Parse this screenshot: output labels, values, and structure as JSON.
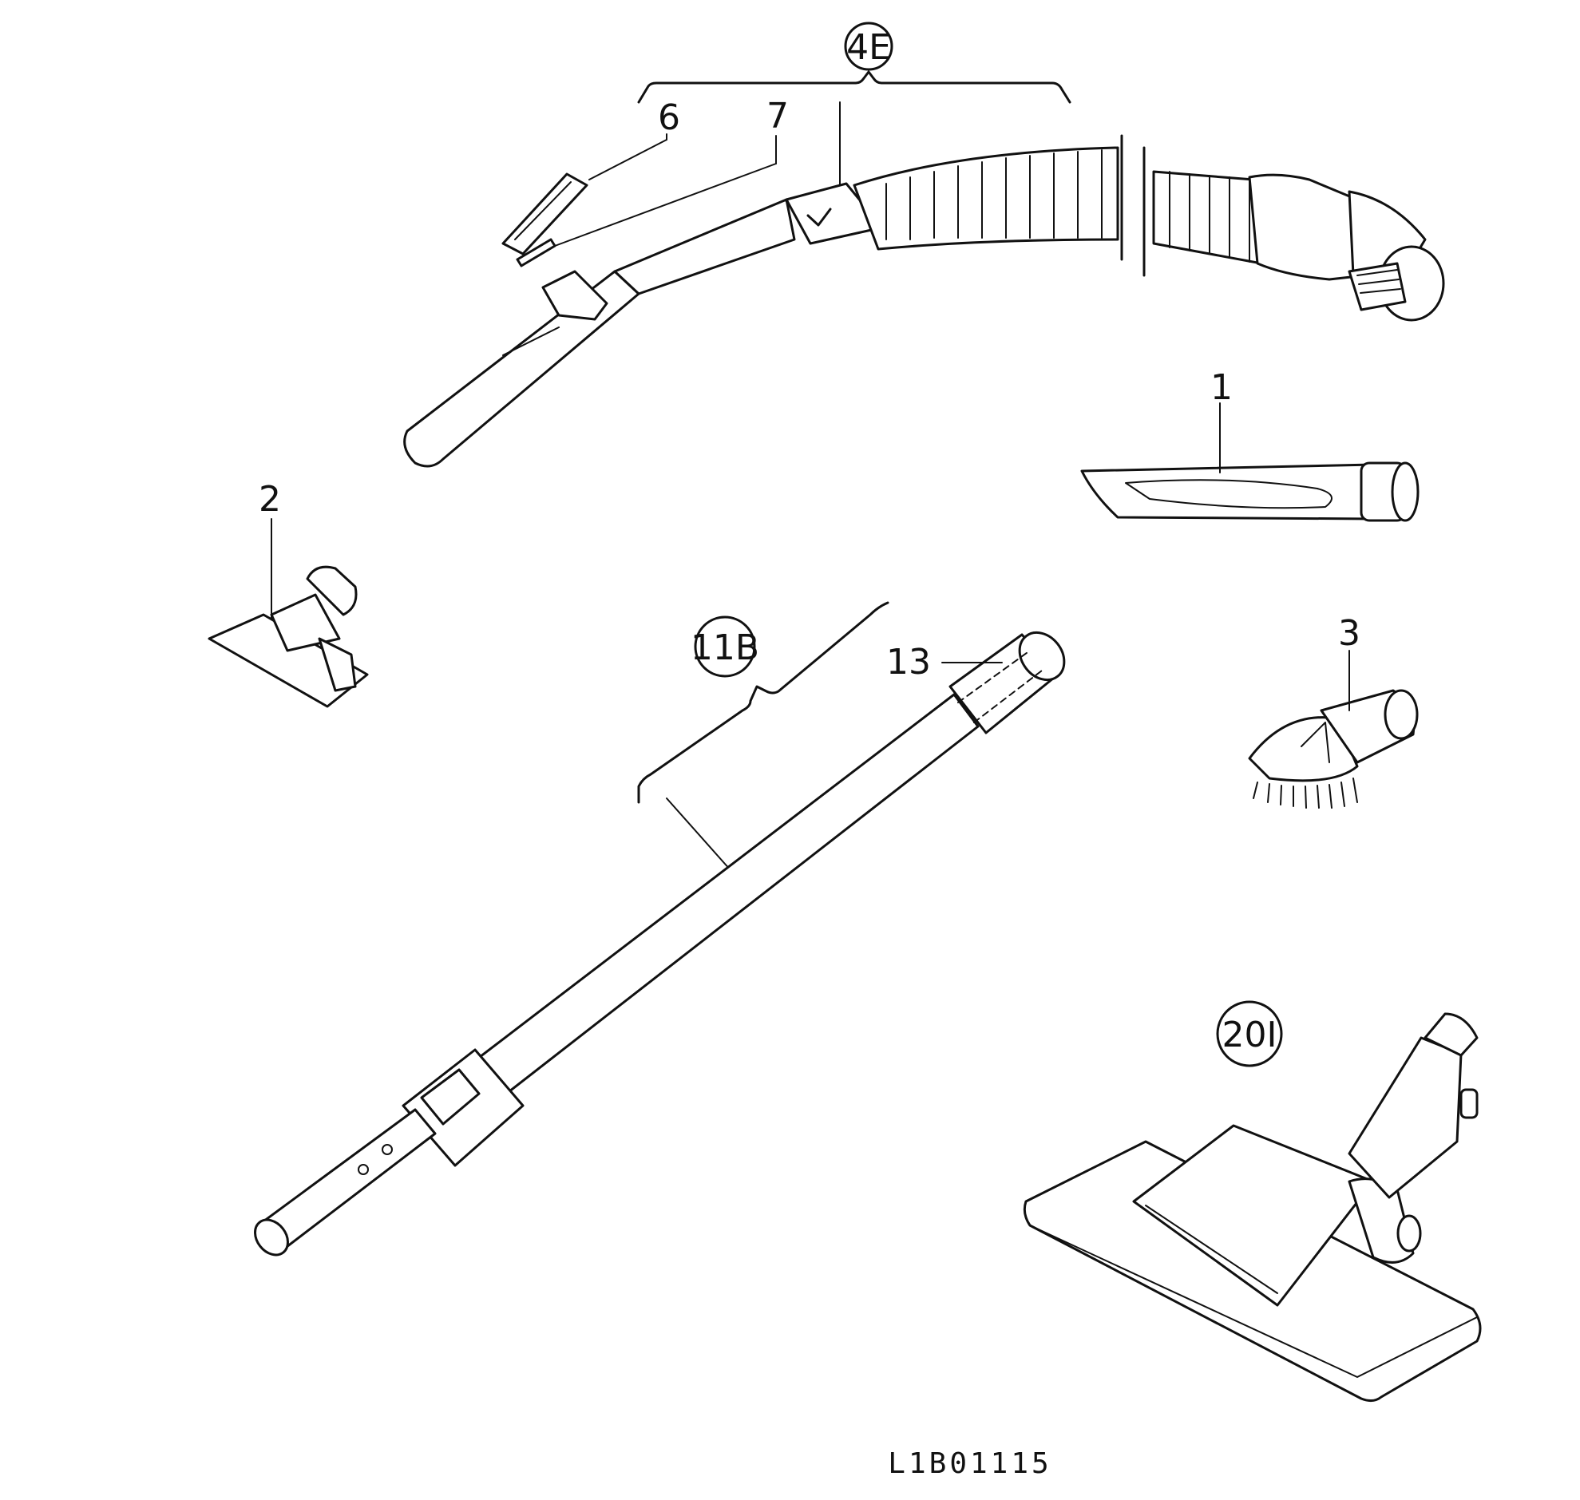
{
  "callouts": {
    "hose_assembly": "4E",
    "hose_clip": "6",
    "hose_spring": "7",
    "crevice_tool": "1",
    "upholstery_tool": "2",
    "dusting_brush": "3",
    "wand_assembly": "11B",
    "wand_end": "13",
    "floor_nozzle": "20I"
  },
  "drawing_code": "L1B01115"
}
